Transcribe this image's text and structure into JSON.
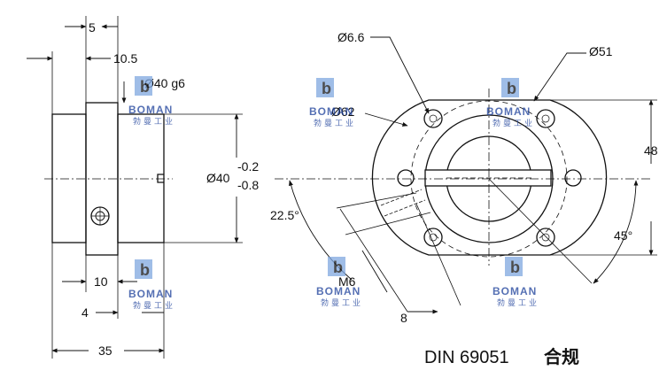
{
  "labels": {
    "side": {
      "dim_5": "5",
      "dim_10_5": "10.5",
      "dim_d40g6": "Ø40 g6",
      "dim_d62": "Ø62",
      "dim_d40": "Ø40",
      "tol_upper": "-0.2",
      "tol_lower": "-0.8",
      "dim_10": "10",
      "dim_4": "4",
      "dim_35": "35"
    },
    "front": {
      "dim_d6_6": "Ø6.6",
      "dim_d51": "Ø51",
      "dim_48": "48",
      "angle_22_5": "22.5°",
      "angle_45": "45°",
      "thread_m6": "M6",
      "dim_8": "8"
    }
  },
  "footer": {
    "standard": "DIN 69051",
    "compliance": "合规"
  },
  "watermark": {
    "brand": "BOMAN",
    "chinese": "勃曼工业"
  },
  "colors": {
    "line": "#111111",
    "watermark": "#1b3f9a",
    "watermark_accent": "#7fa7e0"
  }
}
